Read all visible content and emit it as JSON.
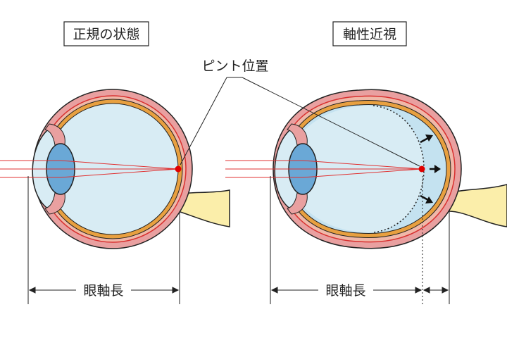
{
  "left_panel": {
    "title": "正規の状態",
    "axial_length_label": "眼軸長"
  },
  "right_panel": {
    "title": "軸性近視",
    "axial_length_label": "眼軸長"
  },
  "callout": {
    "label": "ピント位置"
  },
  "colors": {
    "sclera": "#e9a0a0",
    "choroid_outline": "#d83030",
    "retina_layer": "#e8a040",
    "vitreous": "#d8ecf4",
    "elongation_zone": "#c4e2f0",
    "lens": "#6aa8d6",
    "optic_nerve": "#fbeeaa",
    "light_rays": "#e03030",
    "focus_point": "#e00000"
  },
  "icons": {
    "arrows": "right-arrow-icon"
  }
}
